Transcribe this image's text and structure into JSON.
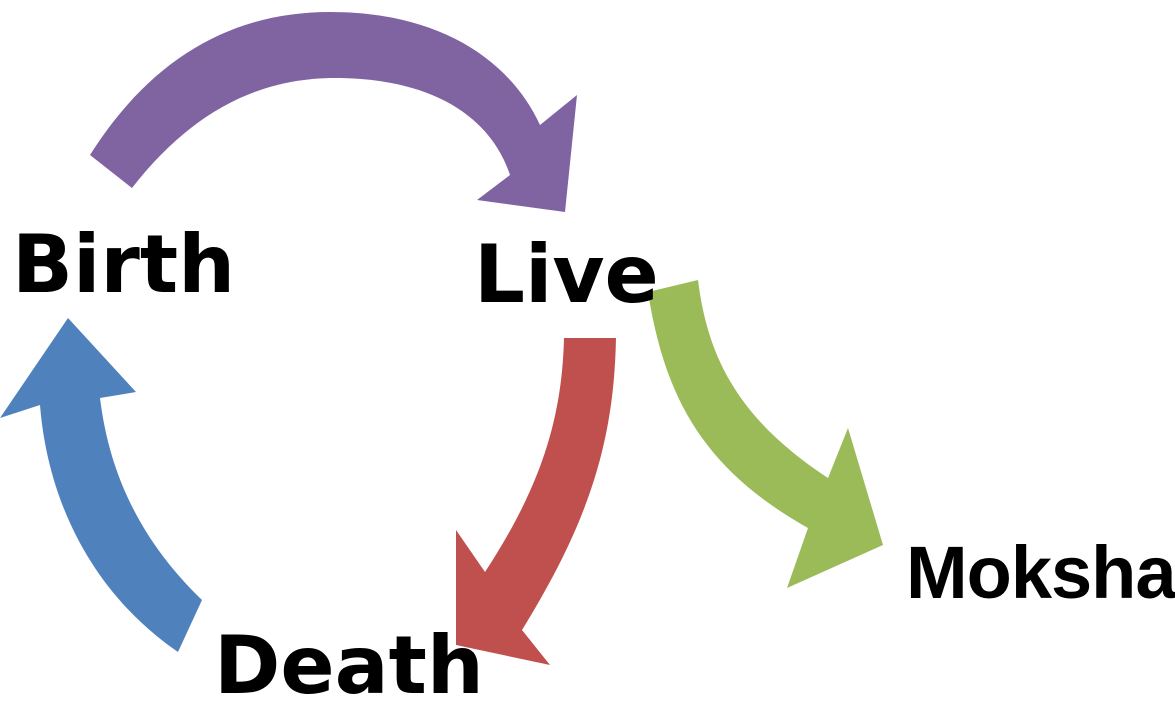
{
  "nodes": {
    "birth": "Birth",
    "live": "Live",
    "death": "Death",
    "moksha": "Moksha"
  },
  "arrows": [
    {
      "from": "Birth",
      "to": "Live",
      "color": "#8064A2"
    },
    {
      "from": "Live",
      "to": "Death",
      "color": "#C0504D"
    },
    {
      "from": "Death",
      "to": "Birth",
      "color": "#9BBB59"
    },
    {
      "from": "Live",
      "to": "Moksha",
      "color": "#4F81BD"
    }
  ]
}
